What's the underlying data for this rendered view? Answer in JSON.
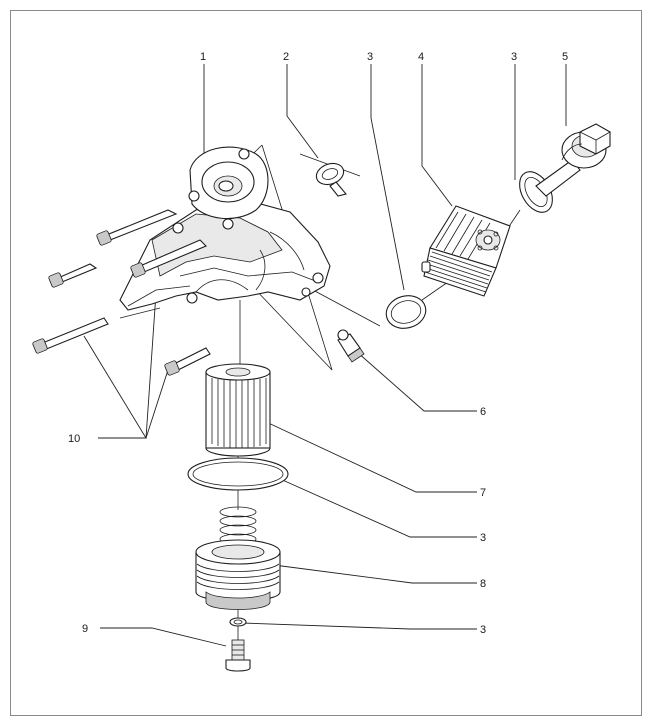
{
  "diagram": {
    "callouts": {
      "c1": "1",
      "c2": "2",
      "c3a": "3",
      "c4": "4",
      "c3b": "3",
      "c5": "5",
      "c6": "6",
      "c7": "7",
      "c3c": "3",
      "c8": "8",
      "c9": "9",
      "c3d": "3",
      "c10": "10"
    }
  }
}
